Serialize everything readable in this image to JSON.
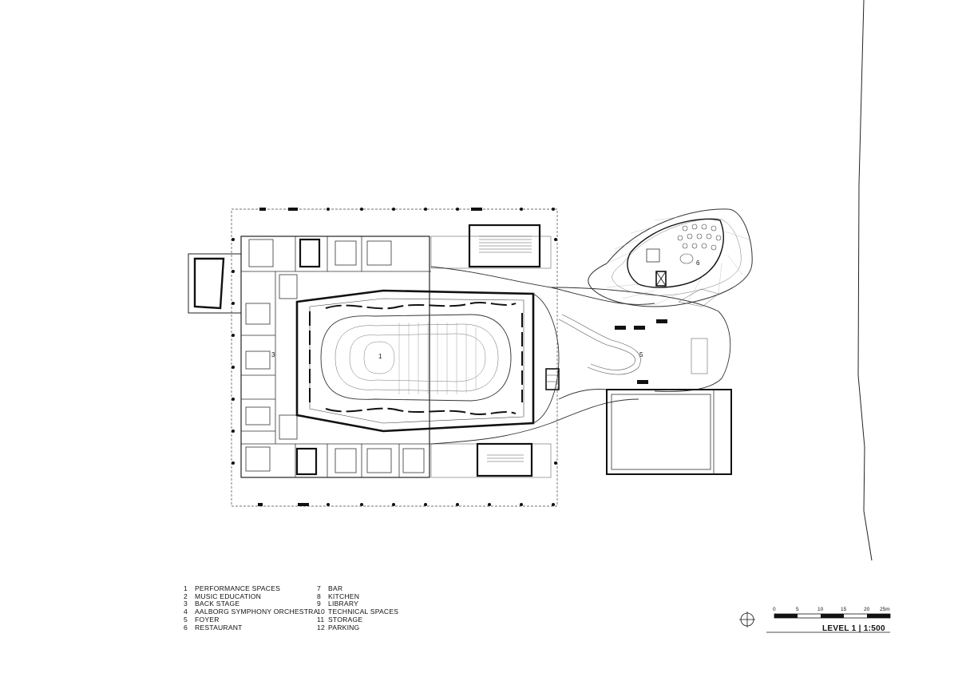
{
  "plan": {
    "title": "LEVEL 1 | 1:500",
    "room_labels": {
      "performance": "1",
      "backstage": "3",
      "foyer": "5",
      "restaurant": "6"
    }
  },
  "legend": {
    "col1": [
      {
        "num": "1",
        "label": "PERFORMANCE SPACES"
      },
      {
        "num": "2",
        "label": "MUSIC EDUCATION"
      },
      {
        "num": "3",
        "label": "BACK STAGE"
      },
      {
        "num": "4",
        "label": "AALBORG SYMPHONY ORCHESTRA"
      },
      {
        "num": "5",
        "label": "FOYER"
      },
      {
        "num": "6",
        "label": "RESTAURANT"
      }
    ],
    "col2": [
      {
        "num": "7",
        "label": "BAR"
      },
      {
        "num": "8",
        "label": "KITCHEN"
      },
      {
        "num": "9",
        "label": "LIBRARY"
      },
      {
        "num": "10",
        "label": "TECHNICAL SPACES"
      },
      {
        "num": "11",
        "label": "STORAGE"
      },
      {
        "num": "12",
        "label": "PARKING"
      }
    ]
  },
  "scale_bar": {
    "ticks": [
      "0",
      "5",
      "10",
      "15",
      "20",
      "25m"
    ]
  }
}
